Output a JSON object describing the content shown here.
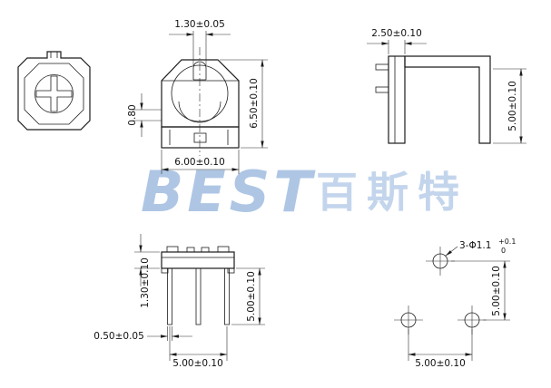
{
  "colors": {
    "line": "#1c1c1c",
    "watermark_brand": "#aec6e4",
    "watermark_cjk": "#c3d5ec"
  },
  "watermark": {
    "brand": "BEST",
    "cjk": "百斯特"
  },
  "top_view": {
    "slot_width": "1.30±0.05",
    "left_dim": "0.80",
    "height": "6.50±0.10",
    "width": "6.00±0.10"
  },
  "side_view": {
    "thickness": "2.50±0.10",
    "height": "5.00±0.10"
  },
  "pin_view": {
    "base_height": "1.30±0.10",
    "pin_length": "5.00±0.10",
    "pin_width": "0.50±0.05",
    "pin_span": "5.00±0.10"
  },
  "pad_view": {
    "hole_label": "3-Φ1.1",
    "tol_upper": "+0.1",
    "tol_lower": "0",
    "vertical_pitch": "5.00±0.10",
    "horizontal_pitch": "5.00±0.10"
  }
}
